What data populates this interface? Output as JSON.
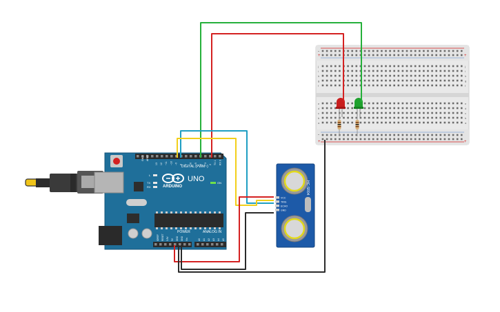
{
  "arduino": {
    "brand": "ARDUINO",
    "model": "UNO",
    "digital_label": "DIGITAL (PWM~)",
    "power_label": "POWER",
    "analog_label": "ANALOG IN",
    "on_label": "ON",
    "tx_label": "TX",
    "rx_label": "RX",
    "l_label": "L",
    "aref_label": "AREF",
    "gnd_label": "GND",
    "digital_pins": [
      "13",
      "12",
      "~11",
      "~10",
      "~9",
      "8",
      "7",
      "~6",
      "~5",
      "4",
      "~3",
      "2",
      "TX 1",
      "RX 0"
    ],
    "power_pins": [
      "IOREF",
      "RESET",
      "3.3V",
      "5V",
      "GND",
      "GND",
      "Vin"
    ],
    "analog_pins": [
      "A0",
      "A1",
      "A2",
      "A3",
      "A4",
      "A5"
    ]
  },
  "sensor": {
    "model": "HC-SR04",
    "pins": [
      "VCC",
      "TRIG",
      "ECHO",
      "GND"
    ]
  },
  "breadboard": {
    "row_letters_top": [
      "j",
      "i",
      "h",
      "g",
      "f"
    ],
    "row_letters_bottom": [
      "e",
      "d",
      "c",
      "b",
      "a"
    ],
    "plus": "+",
    "minus": "-"
  },
  "colors": {
    "board": "#1f6f9a",
    "wire_red": "#d42020",
    "wire_green": "#25b03a",
    "wire_blue": "#1e9ec2",
    "wire_yellow": "#f2cf1a",
    "wire_black": "#2a2a2a",
    "led_red": "#c81e1e",
    "led_green": "#1fa12e"
  }
}
